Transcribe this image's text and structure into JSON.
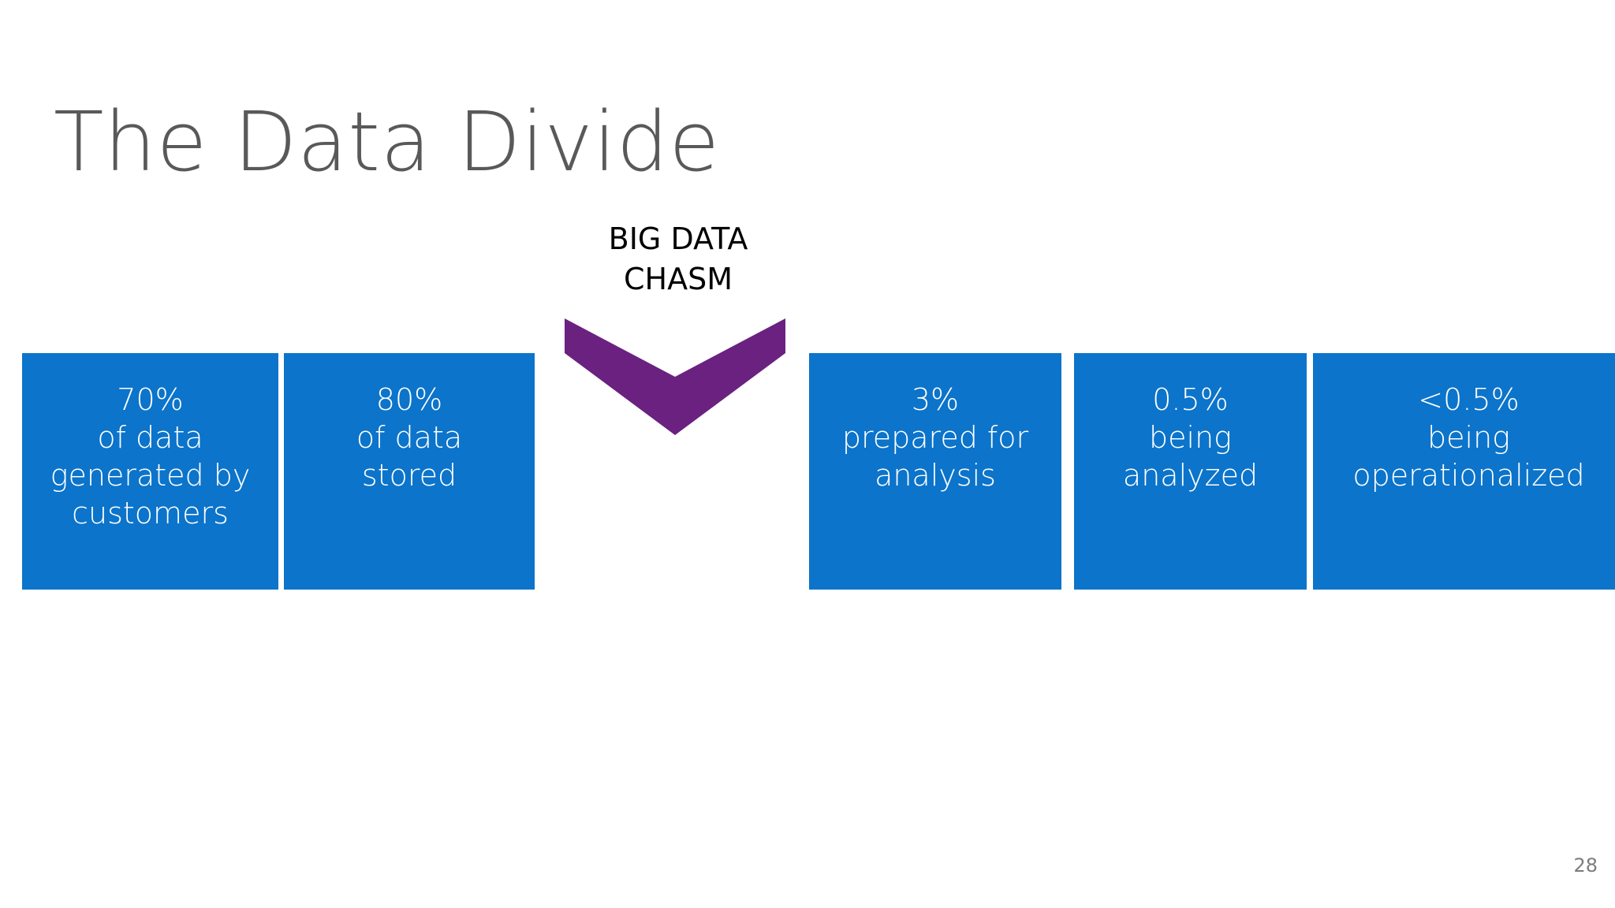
{
  "slide": {
    "title": "The Data Divide",
    "page_number": "28",
    "background_color": "#FFFFFF",
    "title_color": "#595959",
    "accent_blue": "#0C74CA",
    "accent_purple": "#6B2180"
  },
  "chasm": {
    "label_lines": [
      "BIG DATA",
      "CHASM"
    ],
    "label_color": "#000000",
    "chevron_icon": "chevron-down-icon",
    "chevron_color": "#6B2180"
  },
  "stats": {
    "boxes": [
      {
        "id": "generated-by-customers",
        "side": "left",
        "value": "70%",
        "lines": [
          "70%",
          "of data",
          "generated by",
          "customers"
        ]
      },
      {
        "id": "stored",
        "side": "left",
        "value": "80%",
        "lines": [
          "80%",
          "of data",
          "stored"
        ]
      },
      {
        "id": "prepared-for-analysis",
        "side": "right",
        "value": "3%",
        "lines": [
          "3%",
          "prepared for",
          "analysis"
        ]
      },
      {
        "id": "being-analyzed",
        "side": "right",
        "value": "0.5%",
        "lines": [
          "0.5%",
          "being",
          "analyzed"
        ]
      },
      {
        "id": "being-operationalized",
        "side": "right",
        "value": "<0.5%",
        "lines": [
          "<0.5%",
          "being",
          "operationalized"
        ]
      }
    ]
  },
  "chart_data": {
    "type": "bar",
    "title": "The Data Divide",
    "categories": [
      "of data generated by customers",
      "of data stored",
      "prepared for analysis",
      "being analyzed",
      "being operationalized"
    ],
    "values": [
      70,
      80,
      3,
      0.5,
      0.5
    ],
    "value_labels": [
      "70%",
      "80%",
      "3%",
      "0.5%",
      "<0.5%"
    ],
    "units": "percent",
    "annotations": [
      "BIG DATA CHASM"
    ],
    "xlabel": "",
    "ylabel": "",
    "legend": "none"
  }
}
